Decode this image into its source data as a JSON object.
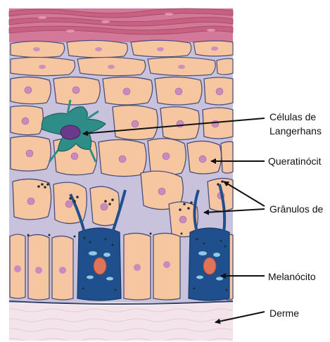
{
  "labels": {
    "langerhans": [
      "Células de",
      "Langerhans"
    ],
    "queratinocito": "Queratinócit",
    "granulos": "Grânulos de",
    "melanocito": "Melanócito",
    "derme": "Derme"
  },
  "colors": {
    "stratum_corneum": "#c8607f",
    "keratinocyte": "#f6c6a1",
    "keratinocyte_outline": "#4a4f7a",
    "cytoplasm_background": "#c9c2dd",
    "nucleus": "#c98ac0",
    "langerhans_cell": "#2e8d87",
    "langerhans_nucleus": "#6a3a8a",
    "melanocyte": "#1f4f8c",
    "melanin_granules": "#2b2a2a",
    "dermis": "#f3e3ea",
    "arrow": "#111111"
  }
}
